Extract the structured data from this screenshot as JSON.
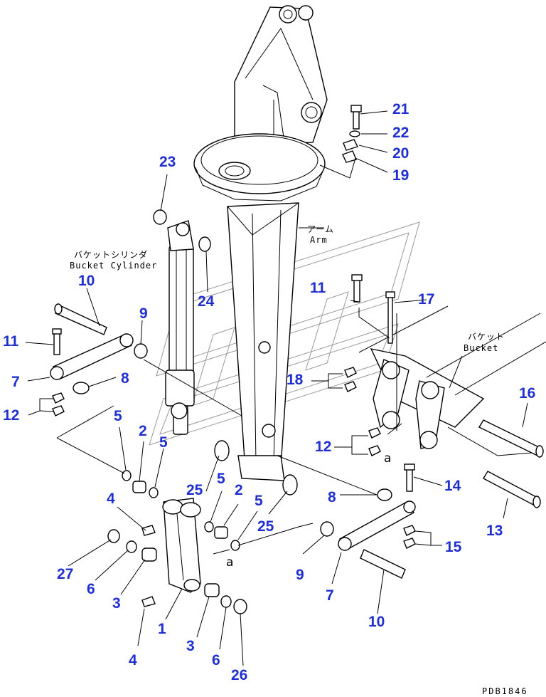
{
  "labels": {
    "bucket_cylinder_jp": "バケットシリンダ",
    "bucket_cylinder_en": "Bucket Cylinder",
    "arm_jp": "アーム",
    "arm_en": "Arm",
    "bucket_jp": "バケット",
    "bucket_en": "Bucket",
    "ref_a": "a",
    "drawing_code": "PDB1846"
  },
  "callouts": {
    "n21": "21",
    "n22": "22",
    "n20": "20",
    "n19": "19",
    "n23": "23",
    "n24": "24",
    "n10a": "10",
    "n11a": "11",
    "n7a": "7",
    "n12a": "12",
    "n8a": "8",
    "n9a": "9",
    "n11b": "11",
    "n17": "17",
    "n18": "18",
    "n16": "16",
    "n12b": "12",
    "n14": "14",
    "n13": "13",
    "n15": "15",
    "n5a": "5",
    "n2a": "2",
    "n5b": "5",
    "n4a": "4",
    "n25a": "25",
    "n5c": "5",
    "n2b": "2",
    "n5d": "5",
    "n25b": "25",
    "n8b": "8",
    "n9b": "9",
    "n7b": "7",
    "n10b": "10",
    "n27": "27",
    "n6a": "6",
    "n3a": "3",
    "n1": "1",
    "n4b": "4",
    "n3b": "3",
    "n6b": "6",
    "n26": "26"
  },
  "colors": {
    "callout": "#1f2fd0",
    "line": "#000000",
    "watermark": "#999999"
  }
}
